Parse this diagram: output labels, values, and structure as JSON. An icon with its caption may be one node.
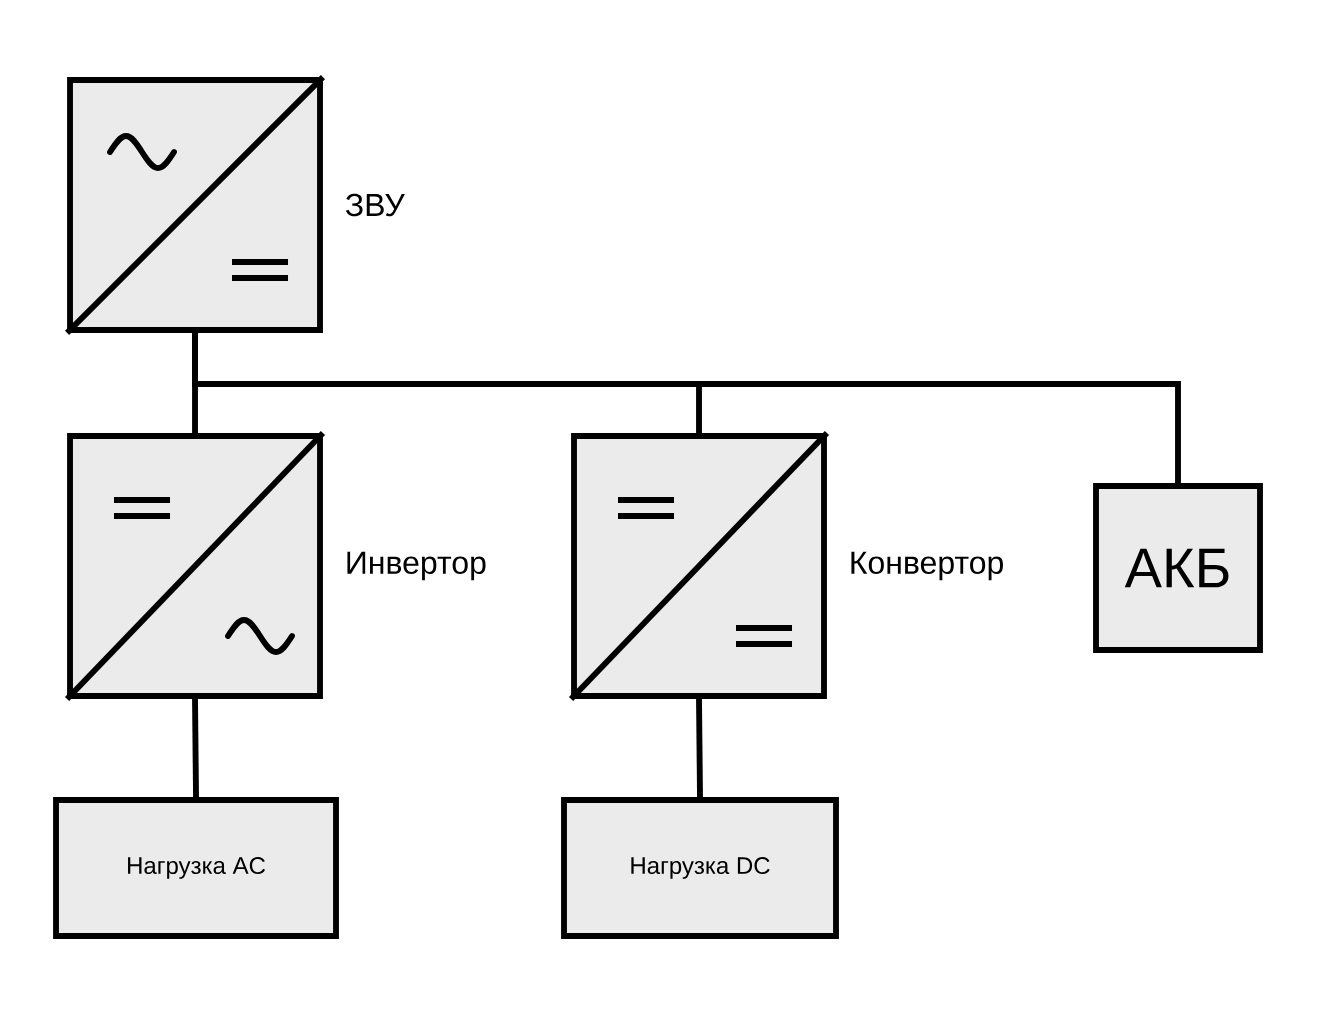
{
  "diagram": {
    "nodes": [
      {
        "text": [
          "ЗВУ"
        ]
      },
      {
        "text": [
          "Инвертор"
        ]
      },
      {
        "text": [
          "Конвертор"
        ]
      },
      {
        "text": [
          "АКБ"
        ]
      },
      {
        "text": [
          "Нагрузка AC"
        ]
      },
      {
        "text": [
          "Нагрузка DC"
        ]
      }
    ],
    "edges": [
      {
        "from": 0,
        "to": 1,
        "arrow": "none"
      },
      {
        "from": 0,
        "to": 2,
        "arrow": "none"
      },
      {
        "from": 0,
        "to": 3,
        "arrow": "none"
      },
      {
        "from": 1,
        "to": 4,
        "arrow": "none"
      },
      {
        "from": 2,
        "to": 5,
        "arrow": "none"
      }
    ]
  }
}
